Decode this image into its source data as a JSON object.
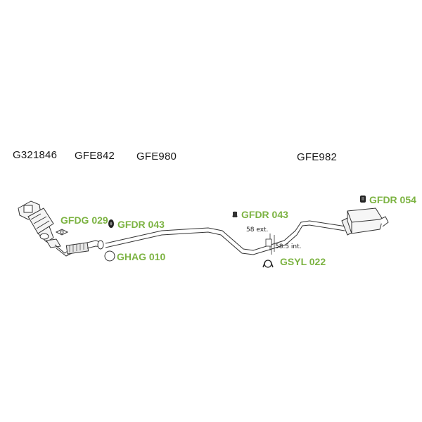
{
  "accent_color": "#7cb342",
  "part_color": "#1a1a1a",
  "parts": {
    "catalyst": "G321846",
    "front_pipe": "GFE842",
    "middle_pipe": "GFE980",
    "rear_silencer": "GFE982"
  },
  "accessories": {
    "gasket_front": "GFDG 029",
    "rubber_mount_1": "GFDR 043",
    "ring_gasket": "GHAG 010",
    "rubber_mount_2": "GFDR 043",
    "clamp": "GSYL 022",
    "rubber_mount_3": "GFDR 054"
  },
  "dimensions": {
    "outer": "58 ext.",
    "inner": "58.5 int."
  },
  "icons": {
    "catalyst": "catalytic-converter-icon",
    "flex": "flex-pipe-icon",
    "mount": "rubber-mount-icon",
    "gasket": "gasket-icon",
    "ring": "ring-gasket-icon",
    "clamp": "clamp-icon",
    "silencer": "rear-silencer-icon"
  }
}
